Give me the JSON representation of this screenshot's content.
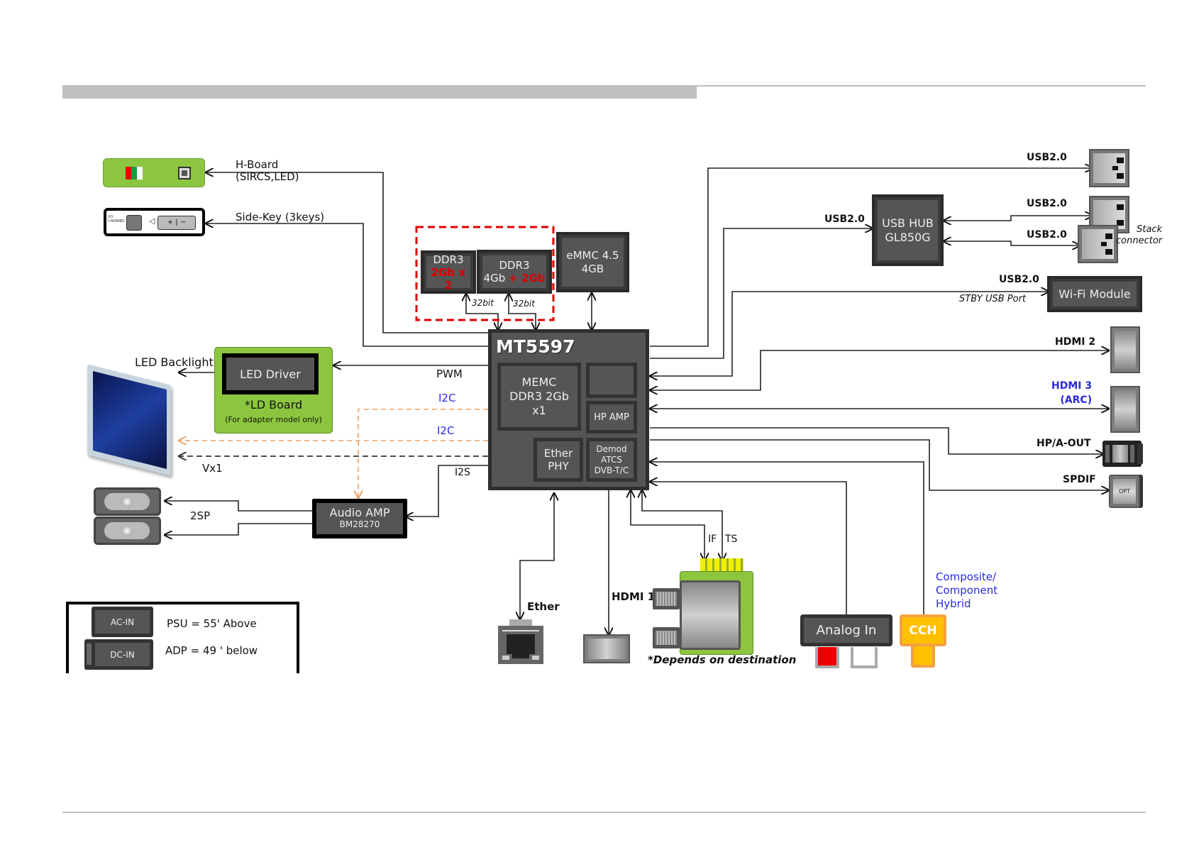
{
  "page": {
    "header_bar": "",
    "footer": ""
  },
  "left": {
    "h_board": {
      "label_line1": "H-Board",
      "label_line2": "(SIRCS,LED)"
    },
    "side_key": {
      "label": "Side-Key (3keys)",
      "tiny_text": "I/O CHANNEL"
    },
    "led_backlight": "LED Backlight",
    "led_driver": "LED Driver",
    "ld_board": "*LD Board",
    "ld_board_note": "(For adapter model only)",
    "pwm": "PWM",
    "i2c_1": "I2C",
    "i2c_2": "I2C",
    "vx1": "Vx1",
    "i2s": "I2S",
    "two_sp": "2SP",
    "audio_amp": {
      "line1": "Audio AMP",
      "line2": "BM28270"
    }
  },
  "memory": {
    "ddr3_a": {
      "line1": "DDR3",
      "line2": "2Gb x 2"
    },
    "ddr3_b": {
      "line1": "DDR3",
      "line2_a": "4Gb",
      "line2_b": "+ 2Gb"
    },
    "emmc": {
      "line1": "eMMC 4.5",
      "line2": "4GB"
    },
    "bus_a": "32bit",
    "bus_b": "32bit"
  },
  "soc": {
    "name": "MT5597",
    "memc": {
      "line1": "MEMC",
      "line2": "DDR3 2Gb x1"
    },
    "hp_amp": "HP AMP",
    "ether_phy": {
      "line1": "Ether",
      "line2": "PHY"
    },
    "demod": {
      "line1": "Demod",
      "line2": "ATCS",
      "line3": "DVB-T/C"
    }
  },
  "right": {
    "usb_top": "USB2.0",
    "usb_hub_in": "USB2.0",
    "usb_hub": {
      "line1": "USB HUB",
      "line2": "GL850G"
    },
    "usb_stack_1": "USB2.0",
    "usb_stack_2": "USB2.0",
    "stack_connector": {
      "line1": "Stack",
      "line2": "connector"
    },
    "wifi_usb": "USB2.0",
    "stby_usb": "STBY USB Port",
    "wifi_module": "Wi-Fi Module",
    "hdmi2": "HDMI 2",
    "hdmi3_line1": "HDMI 3",
    "hdmi3_line2": "(ARC)",
    "hp_aout": "HP/A-OUT",
    "spdif": "SPDIF",
    "opt": "OPT"
  },
  "bottom": {
    "ether": "Ether",
    "hdmi1": "HDMI 1",
    "if": "IF",
    "ts": "TS",
    "tuner_note": "*Depends on destination",
    "analog_in": "Analog In",
    "cch": "CCH",
    "composite": {
      "line1": "Composite/",
      "line2": "Component",
      "line3": "Hybrid"
    }
  },
  "power_legend": {
    "ac_in": "AC-IN",
    "dc_in": "DC-IN",
    "psu": "PSU = 55' Above",
    "adp": "ADP = 49 ' below"
  },
  "colors": {
    "chip_dark": "#3a3a3a",
    "chip_face": "#555555",
    "board_green": "#8cc63f",
    "ddr_highlight": "#e00000",
    "i2c_orange": "#f0a060",
    "label_blue": "#2a2ae0",
    "cch_orange": "#ffc000"
  }
}
